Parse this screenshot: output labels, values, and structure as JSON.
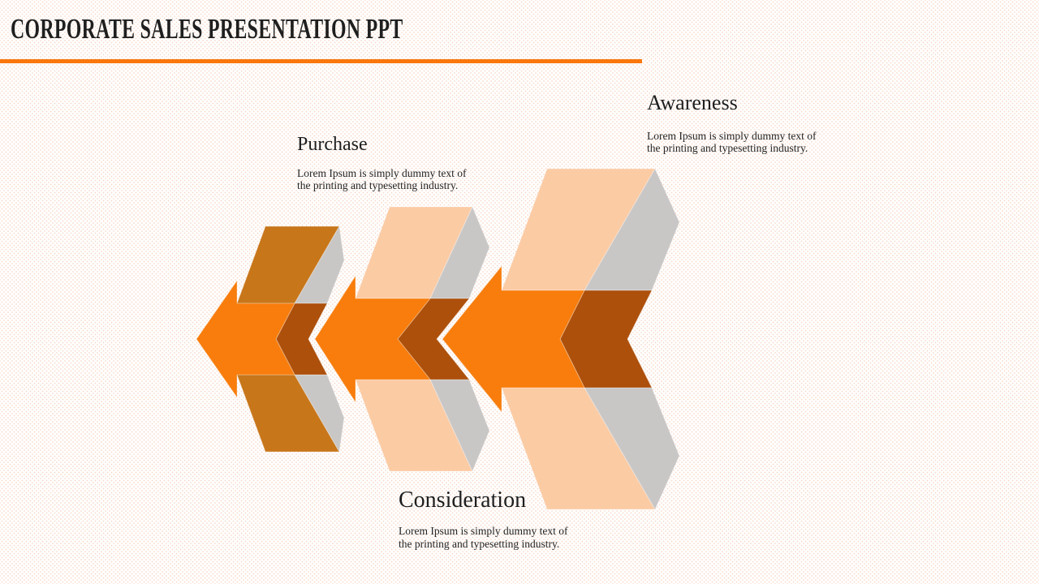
{
  "slide": {
    "title": "CORPORATE SALES PRESENTATION PPT"
  },
  "stages": [
    {
      "label": "Awareness",
      "desc": [
        "Lorem Ipsum is simply dummy text of",
        "the printing and typesetting industry."
      ]
    },
    {
      "label": "Purchase",
      "desc": [
        "Lorem Ipsum is simply dummy text of",
        "the printing and typesetting industry."
      ]
    },
    {
      "label": "Consideration",
      "desc": [
        "Lorem Ipsum is simply dummy text of",
        "the printing and typesetting industry."
      ]
    }
  ],
  "colors": {
    "accent_rule": "#F9770B",
    "arrow_front_orange": "#F87D0C",
    "face_peach": "#FBCBA4",
    "face_dark_orange": "#C7761A",
    "notch_brown": "#AD500B",
    "side_gray": "#C9C7C6",
    "title_text": "#1F1F1F",
    "body_text": "#242424"
  }
}
